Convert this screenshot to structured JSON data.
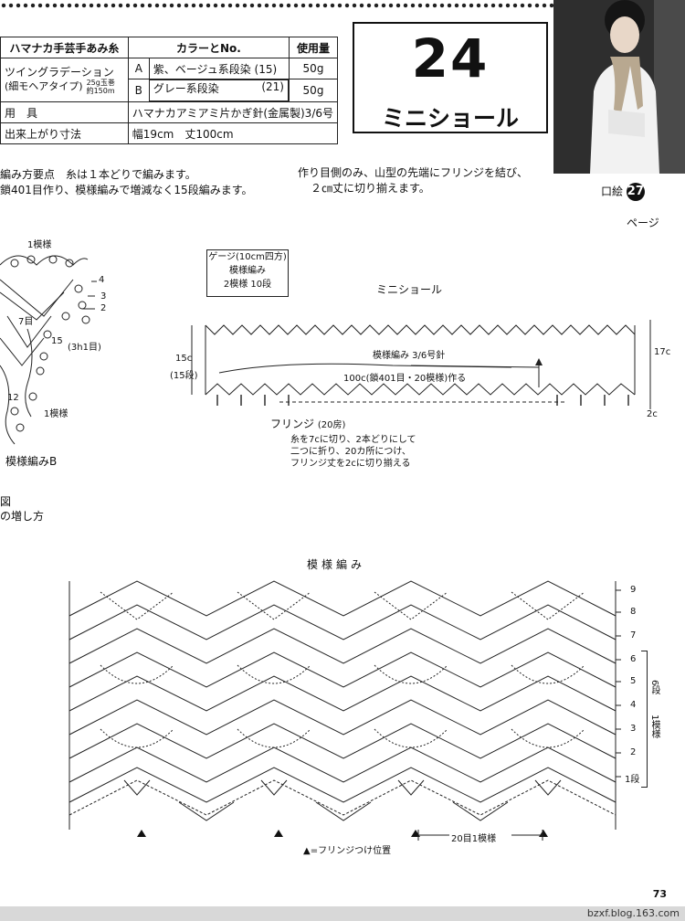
{
  "spec": {
    "yarn_header": "ハマナカ手芸手あみ糸",
    "color_header": "カラーとNo.",
    "amount_header": "使用量",
    "yarn_name": "ツイングラデーション",
    "yarn_sub": "(細モヘアタイプ)",
    "yarn_weight": "25g玉巻",
    "yarn_length": "約150m",
    "color_a_letter": "A",
    "color_a_name": "紫、ベージュ系段染",
    "color_a_no": "(15)",
    "color_a_amount": "50g",
    "color_b_letter": "B",
    "color_b_name": "グレー系段染",
    "color_b_no": "(21)",
    "color_b_amount": "50g",
    "tools_label": "用　具",
    "tools_value": "ハマナカアミアミ片かぎ針(金属製)3/6号",
    "size_label": "出来上がり寸法",
    "size_value": "幅19cm　丈100cm"
  },
  "title": {
    "number": "24",
    "name": "ミニショール"
  },
  "notes": {
    "left_1": "編み方要点　糸は１本どりで編みます。",
    "left_2": "鎖401目作り、模様編みで増減なく15段編みます。",
    "right_1": "作り目側のみ、山型の先端にフリンジを結び、",
    "right_2": "２㎝丈に切り揃えます。"
  },
  "page_ref": {
    "label": "口絵",
    "number": "27",
    "suffix": "ページ"
  },
  "left_diagram": {
    "label_top": "1模様",
    "row4": "4",
    "row3": "3",
    "row2": "2",
    "row_mark": "(3h1目)",
    "label_mid": "1模様",
    "pattern_b": "模様編みB",
    "fig_1": "図",
    "fig_2": "の増し方",
    "num_7": "7目",
    "num_15": "15",
    "num_12": "12"
  },
  "gauge": {
    "line1": "ゲージ(10cm四方)",
    "line2": "模様編み",
    "line3": "2模様 10段"
  },
  "shawl_diagram": {
    "title": "ミニショール",
    "inner_1": "模様編み 3/6号針",
    "inner_2": "100c(鎖401目・20模様)作る",
    "height_left": "15c",
    "rows_left": "(15段)",
    "height_right": "17c",
    "fringe_len": "2c",
    "fringe_label": "フリンジ",
    "fringe_count": "(20房)",
    "fringe_note_1": "糸を7cに切り、2本どりにして",
    "fringe_note_2": "二つに折り、20カ所につけ、",
    "fringe_note_3": "フリンジ丈を2cに切り揃える"
  },
  "chart": {
    "title": "模様編み",
    "rows": [
      "9",
      "8",
      "7",
      "6",
      "5",
      "4",
      "3",
      "2",
      "1段"
    ],
    "bracket_label_1": "6段",
    "bracket_label_2": "1模様",
    "repeat_label": "20目1模様",
    "legend": "▲=フリンジつけ位置"
  },
  "footer": {
    "page": "73",
    "source": "bzxf.blog.163.com"
  }
}
